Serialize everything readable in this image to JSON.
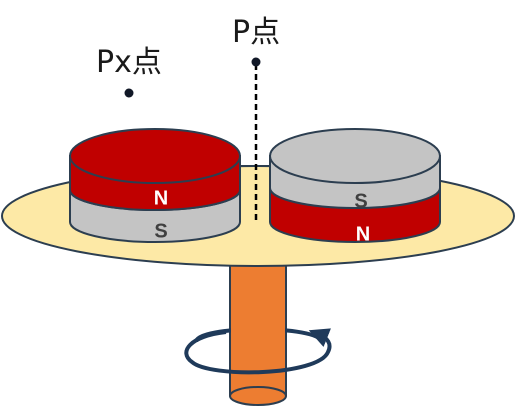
{
  "labels": {
    "px_point": "Px点",
    "p_point": "P点"
  },
  "magnets": {
    "left": {
      "top_pole": "N",
      "bottom_pole": "S"
    },
    "right": {
      "top_pole": "S",
      "bottom_pole": "N"
    }
  },
  "colors": {
    "disk_fill": "#fde9a6",
    "disk_stroke": "#2c3e50",
    "shaft": "#ed7d31",
    "magnet_red": "#c00000",
    "magnet_gray": "#c4c4c4",
    "pole_text_on_red": "#ffffff",
    "pole_text_on_gray": "#404040",
    "arrow": "#1f3a5a"
  },
  "icons": {
    "rotation": "rotation-arrow-icon"
  }
}
